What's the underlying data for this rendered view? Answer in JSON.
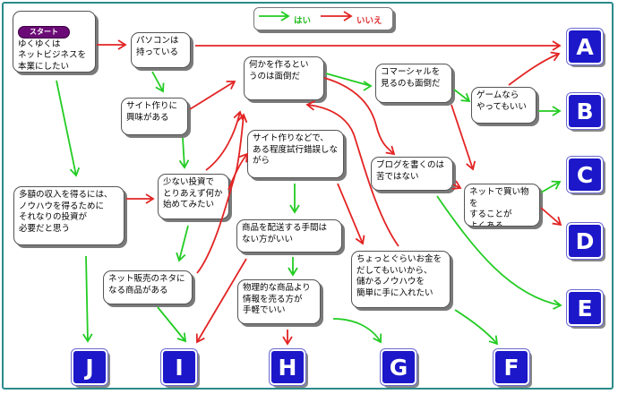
{
  "colors": {
    "yes": "#22cc22",
    "no": "#e32424",
    "outcome_fill": "#1c17c9",
    "frame": "#2c8a8a",
    "start_badge": "#6b0a76"
  },
  "legend": {
    "yes_label": "はい",
    "no_label": "いいえ"
  },
  "start": {
    "badge": "スタート",
    "text": "ゆくゆくは\nネットビジネスを\n本業にしたい"
  },
  "questions": {
    "pc": "パソコンは\n持っている",
    "site_interest": "サイト作りに\n興味がある",
    "make_something": "何かを作るとい\nうのは面倒だ",
    "commercial": "コマーシャルを\n見るのも面倒だ",
    "game": "ゲームなら\nやってもいい",
    "trial_error": "サイト作りなどで、\nある程度試行錯誤しな\nがら",
    "blog": "ブログを書くのは\n苦ではない",
    "buy_online": "ネットで買い物を\nすることが\nよくある",
    "small_invest": "少ない投資で\nとりあえず何か\n始めてみたい",
    "big_income": "多額の収入を得るには、\nノウハウを得るために\nそれなりの投資が\n必要だと思う",
    "shipping": "商品を配送する手間は\nない方がいい",
    "physical_info": "物理的な商品より\n情報を売る方が\n手軽でいい",
    "spend_money": "ちょっとぐらいお金を\nだしてもいいから、\n儲かるノウハウを\n簡単に手に入れたい",
    "resale": "ネット販売のネタに\nなる商品がある"
  },
  "outcomes": {
    "A": "A",
    "B": "B",
    "C": "C",
    "D": "D",
    "E": "E",
    "F": "F",
    "G": "G",
    "H": "H",
    "I": "I",
    "J": "J"
  }
}
